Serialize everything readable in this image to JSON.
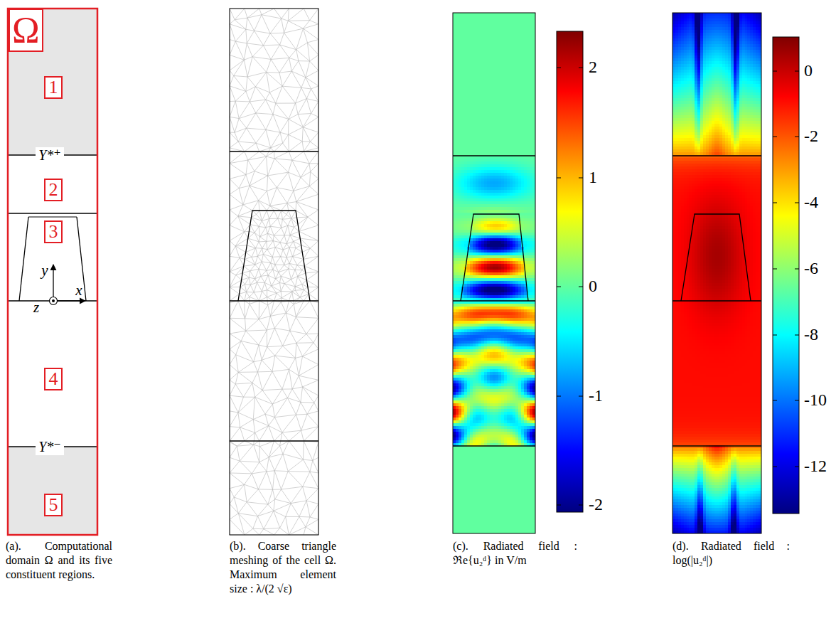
{
  "diagram": {
    "nodes": [
      {
        "text": [
          "Ω"
        ]
      },
      {
        "text": [
          "1"
        ]
      },
      {
        "text": [
          "2"
        ]
      },
      {
        "text": [
          "3"
        ]
      },
      {
        "text": [
          "4"
        ]
      },
      {
        "text": [
          "5"
        ]
      }
    ],
    "labels": [
      "Y*⁺",
      "Y*⁻",
      "y",
      "x",
      "z",
      "2",
      "1",
      "0",
      "-1",
      "-2",
      "0",
      "-2",
      "-4",
      "-6",
      "-8",
      "-10",
      "-12",
      "(a). Computational domain Ω and its five constituent regions.",
      "(b). Coarse triangle meshing of the cell Ω. Maximum element size : λ/(2 √ε)",
      "(c). Radiated field : ℜe{u₂ᵈ} in V/m",
      "(d). Radiated field : log(|u₂ᵈ|)"
    ]
  }
}
